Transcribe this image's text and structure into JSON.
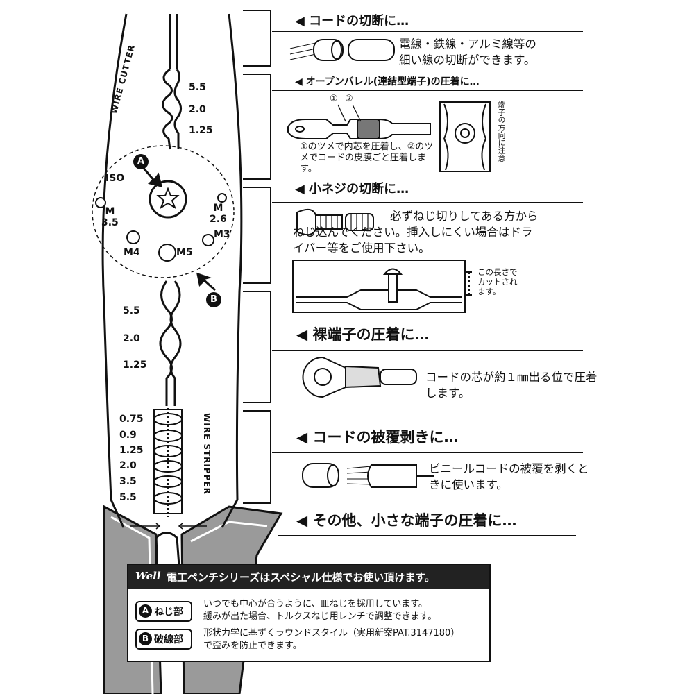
{
  "tool": {
    "wire_cutter_label": "WIRE CUTTER",
    "wire_stripper_label": "WIRE STRIPPER",
    "cutter_sizes": [
      "5.5",
      "2.0",
      "1.25"
    ],
    "crimp_sizes": [
      "5.5",
      "2.0",
      "1.25"
    ],
    "stripper_sizes": [
      "0.75",
      "0.9",
      "1.25",
      "2.0",
      "3.5",
      "5.5"
    ],
    "screw_labels": {
      "iso": "ISO",
      "m35": "M\n3.5",
      "m4": "M4",
      "m5": "M5",
      "m26": "M\n2.6",
      "m3": "M3"
    },
    "marker_a": "A",
    "marker_b": "B"
  },
  "sections": {
    "cut_cord": {
      "heading": "◀ コードの切断に…",
      "desc": "電線・鉄線・アルミ線等の細い線の切断ができます。"
    },
    "open_barrel": {
      "heading": "◀ オープンバレル(連結型端子)の圧着に…",
      "markers": [
        "①",
        "②"
      ],
      "desc": "①のツメで内芯を圧着し、②のツメでコードの皮膜ごと圧着します。",
      "note": "端子の方向に注意"
    },
    "small_screw": {
      "heading": "◀ 小ネジの切断に…",
      "desc": "必ずねじ切りしてある方からねじ込んでください。挿入しにくい場合はドライバー等をご使用下さい。",
      "note": "この長さでカットされます。"
    },
    "bare_terminal": {
      "heading": "◀ 裸端子の圧着に…",
      "desc": "コードの芯が約１㎜出る位で圧着します。"
    },
    "strip_cord": {
      "heading": "◀ コードの被覆剥きに…",
      "desc": "ビニールコードの被覆を剥くときに使います。"
    },
    "other": {
      "heading": "◀ その他、小さな端子の圧着に…"
    }
  },
  "footer": {
    "brand": "Well",
    "series_text": "電工ペンチシリーズはスペシャル仕様でお使い頂けます。",
    "features": [
      {
        "letter": "A",
        "label": "ねじ部",
        "lines": [
          "いつでも中心が合うように、皿ねじを採用しています。",
          "緩みが出た場合、トルクスねじ用レンチで調整できます。"
        ]
      },
      {
        "letter": "B",
        "label": "破線部",
        "lines": [
          "形状力学に基ずくラウンドスタイル（実用新案PAT.3147180）",
          "で歪みを防止できます。"
        ]
      }
    ]
  },
  "colors": {
    "ink": "#111111",
    "handle_gray": "#9a9a9a",
    "footer_head": "#222222",
    "paper": "#ffffff"
  }
}
